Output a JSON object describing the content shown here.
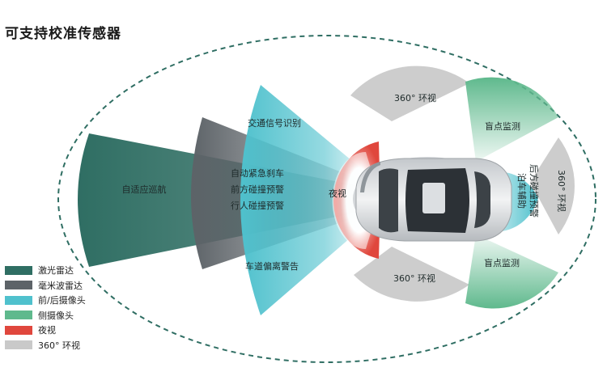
{
  "title": "可支持校准传感器",
  "colors": {
    "lidar": "#2f6e63",
    "radar": "#5d6368",
    "camera_fr": "#4fc1cd",
    "camera_side": "#5fb98d",
    "night": "#e0473d",
    "view360": "#c9c9c9",
    "ellipse": "#2f6e63"
  },
  "zones": {
    "acc": "自适应巡航",
    "aeb": "自动紧急刹车",
    "fcw": "前方碰撞预警",
    "pcw": "行人碰撞预警",
    "tsr": "交通信号识别",
    "ldw": "车道偏离警告",
    "night": "夜视",
    "bsd_top": "盲点监测",
    "bsd_bottom": "盲点监测",
    "surround_top": "360° 环视",
    "surround_bottom": "360° 环视",
    "surround_rear": "360° 环视",
    "rear_assist_1": "泊车辅助",
    "rear_assist_2": "后方碰撞预警"
  },
  "legend": [
    {
      "label": "激光雷达",
      "color": "#2f6e63"
    },
    {
      "label": "毫米波雷达",
      "color": "#5d6368"
    },
    {
      "label": "前/后摄像头",
      "color": "#4fc1cd"
    },
    {
      "label": "侧摄像头",
      "color": "#5fb98d"
    },
    {
      "label": "夜视",
      "color": "#e0473d"
    },
    {
      "label": "360° 环视",
      "color": "#c9c9c9"
    }
  ]
}
